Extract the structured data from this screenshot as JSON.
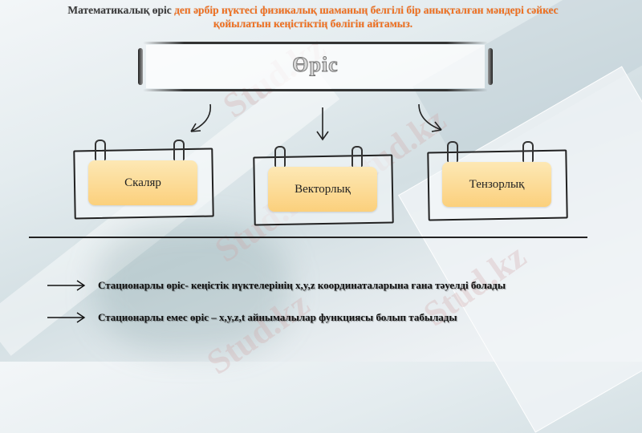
{
  "heading": {
    "part1": "Математикалық өріс ",
    "part2": "деп әрбір нүктесі физикалық шаманың белгілі бір анықталған мәндері сәйкес қойылатын кеңістіктің бөлігін айтамыз.",
    "colors": {
      "dark": "#3a3a3a",
      "accent": "#f07020"
    }
  },
  "title": {
    "text": "Өріс"
  },
  "cards": [
    {
      "label": "Скаляр"
    },
    {
      "label": "Векторлық"
    },
    {
      "label": "Тензорлық"
    }
  ],
  "bullets": [
    {
      "text": "Стационарлы өріс- кеңістік нүктелерінің x,y,z координаталарына ғана тәуелді болады"
    },
    {
      "text": "Стационарлы емес өріс – x,y,z,t айнымалылар функциясы болып табылады"
    }
  ],
  "watermark": {
    "text": "Stud.kz"
  },
  "colors": {
    "card_fill": "#fbd07c",
    "line": "#222222"
  }
}
